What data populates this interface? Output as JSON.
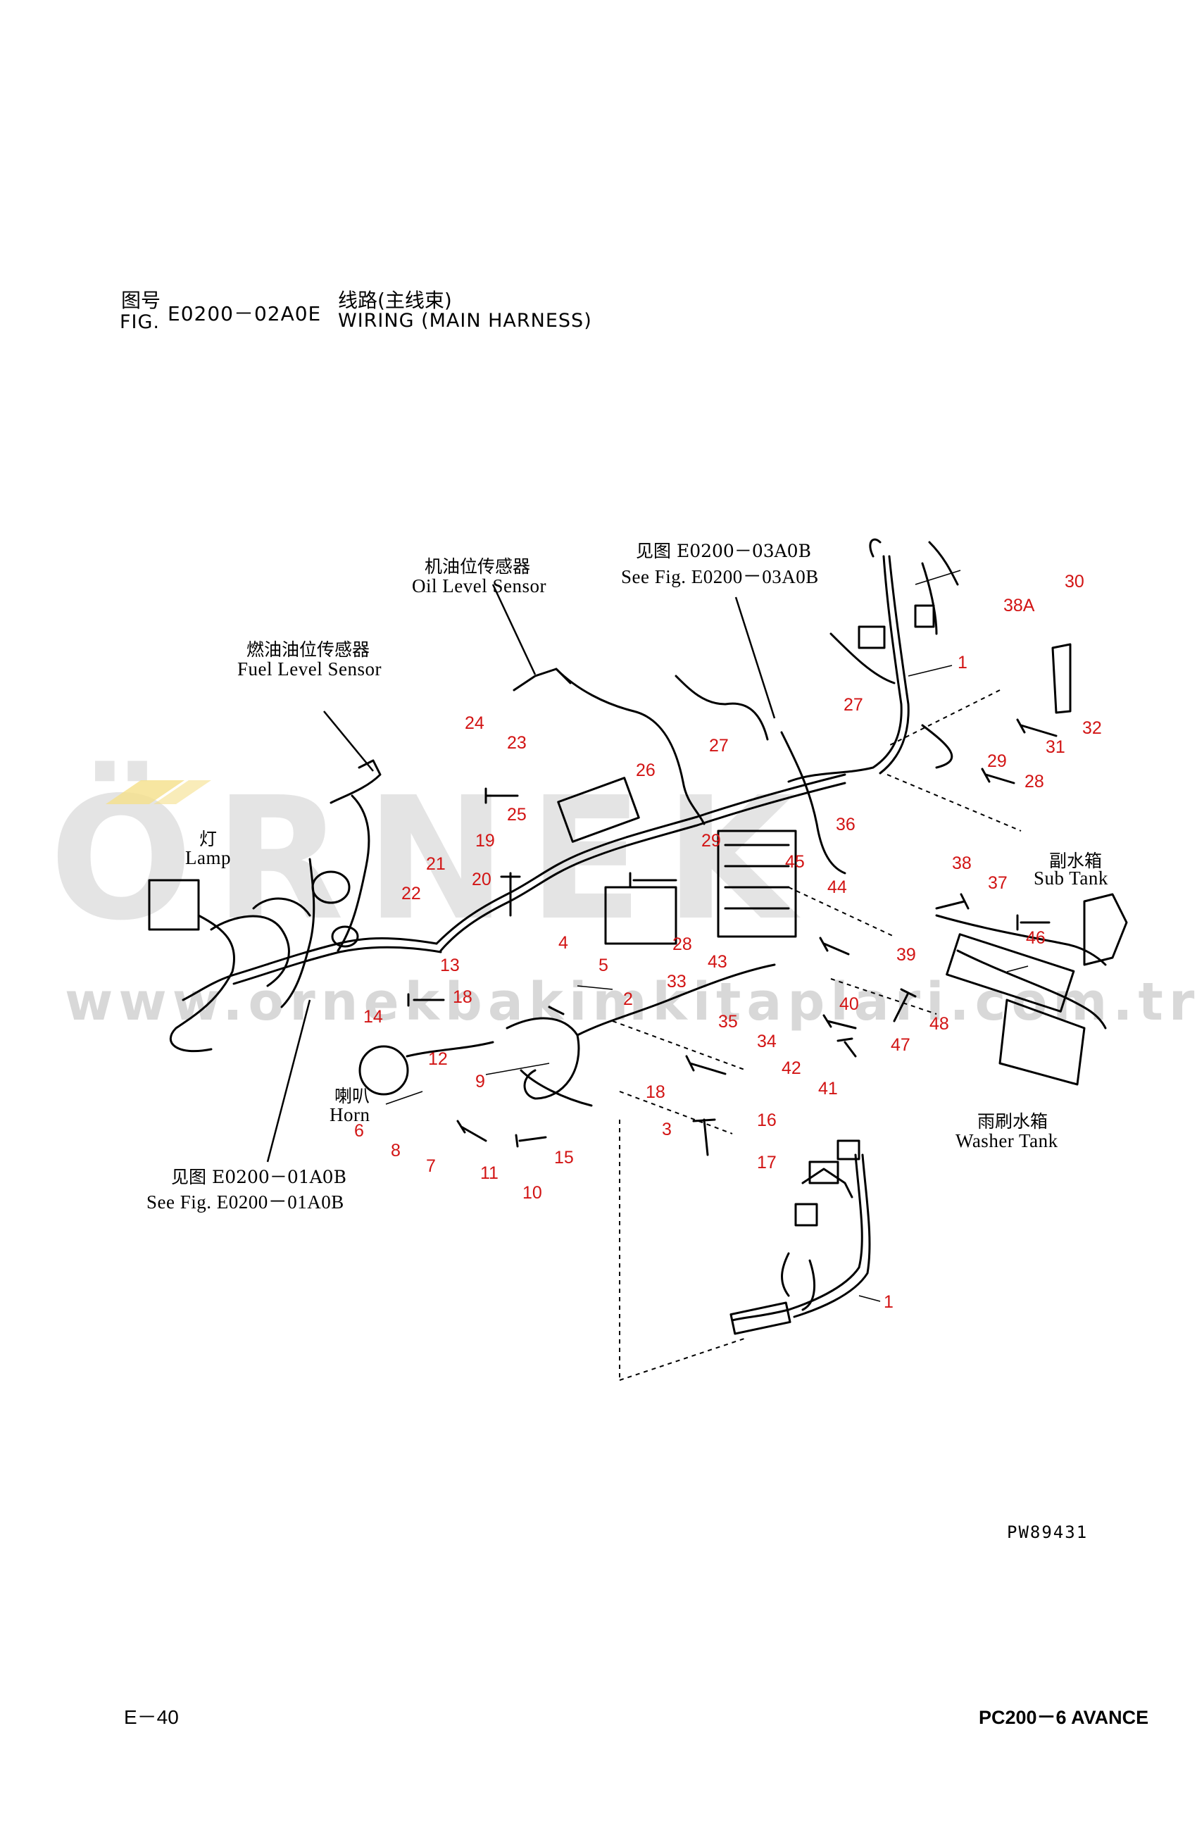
{
  "header": {
    "fig_cn": "图号",
    "fig_label": "FIG.",
    "fig_number": "E0200－02A0E",
    "title_cn": "线路(主线束)",
    "title_en": "WIRING (MAIN HARNESS)"
  },
  "watermark": {
    "brand": "ÖRNEK",
    "url": "www.ornekbakimkitaplari.com.tr",
    "accent_color": "#f5e08a",
    "gray_color": "#d8d8d8"
  },
  "callouts": {
    "oil_level_cn": "机油位传感器",
    "oil_level_en": "Oil Level Sensor",
    "fuel_level_cn": "燃油油位传感器",
    "fuel_level_en": "Fuel Level Sensor",
    "see_03_cn": "见图 E0200－03A0B",
    "see_03_en": "See Fig. E0200－03A0B",
    "lamp_cn": "灯",
    "lamp_en": "Lamp",
    "sub_tank_cn": "副水箱",
    "sub_tank_en": "Sub Tank",
    "horn_cn": "喇叭",
    "horn_en": "Horn",
    "washer_cn": "雨刷水箱",
    "washer_en": "Washer Tank",
    "see_01_cn": "见图 E0200－01A0B",
    "see_01_en": "See Fig. E0200－01A0B"
  },
  "part_numbers": {
    "p1a": "1",
    "p1b": "1",
    "p2": "2",
    "p3": "3",
    "p4": "4",
    "p5": "5",
    "p6": "6",
    "p7": "7",
    "p8": "8",
    "p9": "9",
    "p10": "10",
    "p11": "11",
    "p12": "12",
    "p13": "13",
    "p14": "14",
    "p15": "15",
    "p16": "16",
    "p17": "17",
    "p18a": "18",
    "p18b": "18",
    "p19": "19",
    "p20": "20",
    "p21": "21",
    "p22": "22",
    "p23": "23",
    "p24": "24",
    "p25": "25",
    "p26": "26",
    "p27a": "27",
    "p27b": "27",
    "p28a": "28",
    "p28b": "28",
    "p29a": "29",
    "p29b": "29",
    "p30": "30",
    "p31": "31",
    "p32": "32",
    "p33": "33",
    "p34": "34",
    "p35": "35",
    "p36": "36",
    "p37": "37",
    "p38": "38",
    "p38a": "38A",
    "p39": "39",
    "p40": "40",
    "p41": "41",
    "p42": "42",
    "p43": "43",
    "p44": "44",
    "p45": "45",
    "p46": "46",
    "p47": "47",
    "p48": "48"
  },
  "footer": {
    "drawing_code": "PW89431",
    "page": "E－40",
    "model": "PC200－6 AVANCE"
  }
}
